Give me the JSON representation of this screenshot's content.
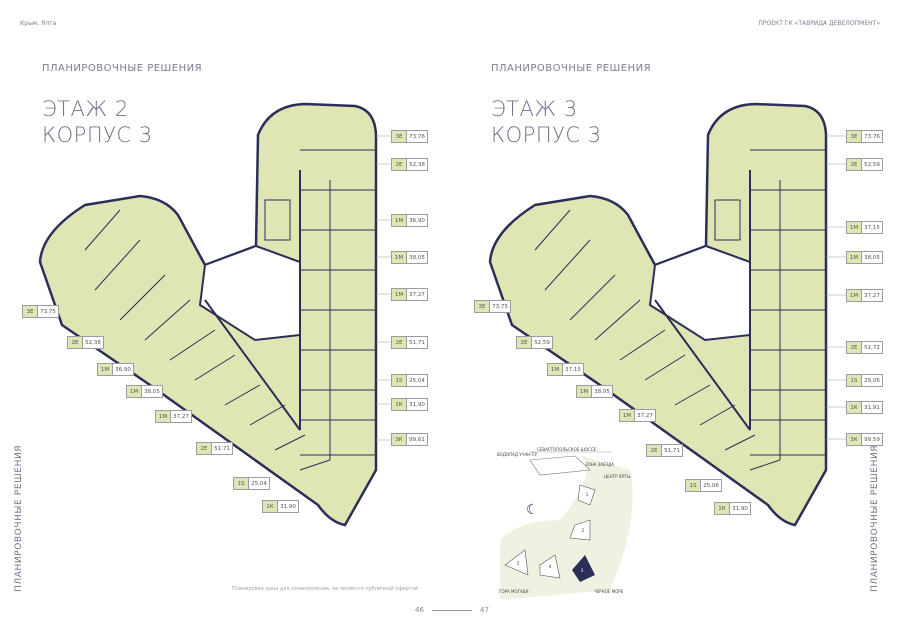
{
  "header": {
    "location": "Крым, Ялта",
    "project": "ПРОЕКТ ГК «ТАВРИДА ДЕВЕЛОПМЕНТ»"
  },
  "pages": [
    {
      "subtitle": "ПЛАНИРОВОЧНЫЕ РЕШЕНИЯ",
      "floor": "ЭТАЖ 2",
      "building": "КОРПУС 3",
      "right_wing": [
        {
          "type": "3Е",
          "area": "73,76"
        },
        {
          "type": "2Е",
          "area": "52,38"
        },
        {
          "type": "1М",
          "area": "36,90"
        },
        {
          "type": "1М",
          "area": "38,05"
        },
        {
          "type": "1М",
          "area": "37,27"
        },
        {
          "type": "2Е",
          "area": "51,71"
        },
        {
          "type": "1S",
          "area": "25,04"
        },
        {
          "type": "1К",
          "area": "31,90"
        },
        {
          "type": "3К",
          "area": "99,61"
        }
      ],
      "left_wing": [
        {
          "type": "3Е",
          "area": "73,75"
        },
        {
          "type": "2Е",
          "area": "52,38"
        },
        {
          "type": "1М",
          "area": "36,90"
        },
        {
          "type": "1М",
          "area": "38,05"
        },
        {
          "type": "1М",
          "area": "37,27"
        },
        {
          "type": "2Е",
          "area": "51,71"
        },
        {
          "type": "1S",
          "area": "25,04"
        },
        {
          "type": "1К",
          "area": "31,90"
        }
      ]
    },
    {
      "subtitle": "ПЛАНИРОВОЧНЫЕ РЕШЕНИЯ",
      "floor": "ЭТАЖ 3",
      "building": "КОРПУС 3",
      "right_wing": [
        {
          "type": "3Е",
          "area": "73,76"
        },
        {
          "type": "2Е",
          "area": "52,59"
        },
        {
          "type": "1М",
          "area": "37,15"
        },
        {
          "type": "1М",
          "area": "38,05"
        },
        {
          "type": "1М",
          "area": "37,27"
        },
        {
          "type": "2Е",
          "area": "51,72"
        },
        {
          "type": "1S",
          "area": "25,06"
        },
        {
          "type": "1К",
          "area": "31,91"
        },
        {
          "type": "3К",
          "area": "99,59"
        }
      ],
      "left_wing": [
        {
          "type": "3Е",
          "area": "73,75"
        },
        {
          "type": "2Е",
          "area": "52,59"
        },
        {
          "type": "1М",
          "area": "37,15"
        },
        {
          "type": "1М",
          "area": "38,05"
        },
        {
          "type": "1М",
          "area": "37,27"
        },
        {
          "type": "2Е",
          "area": "51,71"
        },
        {
          "type": "1S",
          "area": "25,06"
        },
        {
          "type": "1К",
          "area": "31,90"
        }
      ]
    }
  ],
  "side_label": "ПЛАНИРОВОЧНЫЕ РЕШЕНИЯ",
  "site_plan": {
    "road": "СЕВАСТОПОЛЬСКОЕ ШОССЕ",
    "waterfall": "ВОДОПАД УЧАН-СУ",
    "entry": "ЗОНА ЗАЕЗДА",
    "center": "ЦЕНТР ЯЛТЫ",
    "mountain": "ГОРА МОГАБИ",
    "sea": "ЧЕРНОЕ МОРЕ",
    "buildings": [
      "1",
      "2",
      "3",
      "4",
      "5"
    ],
    "highlighted": "3"
  },
  "footer": {
    "note": "Планировка дана для ознакомления, не является публичной офертой",
    "page_left": "46",
    "page_right": "47"
  },
  "colors": {
    "apartment_fill": "#dfe6b4",
    "wall": "#2b2f58",
    "text": "#6f7288"
  }
}
